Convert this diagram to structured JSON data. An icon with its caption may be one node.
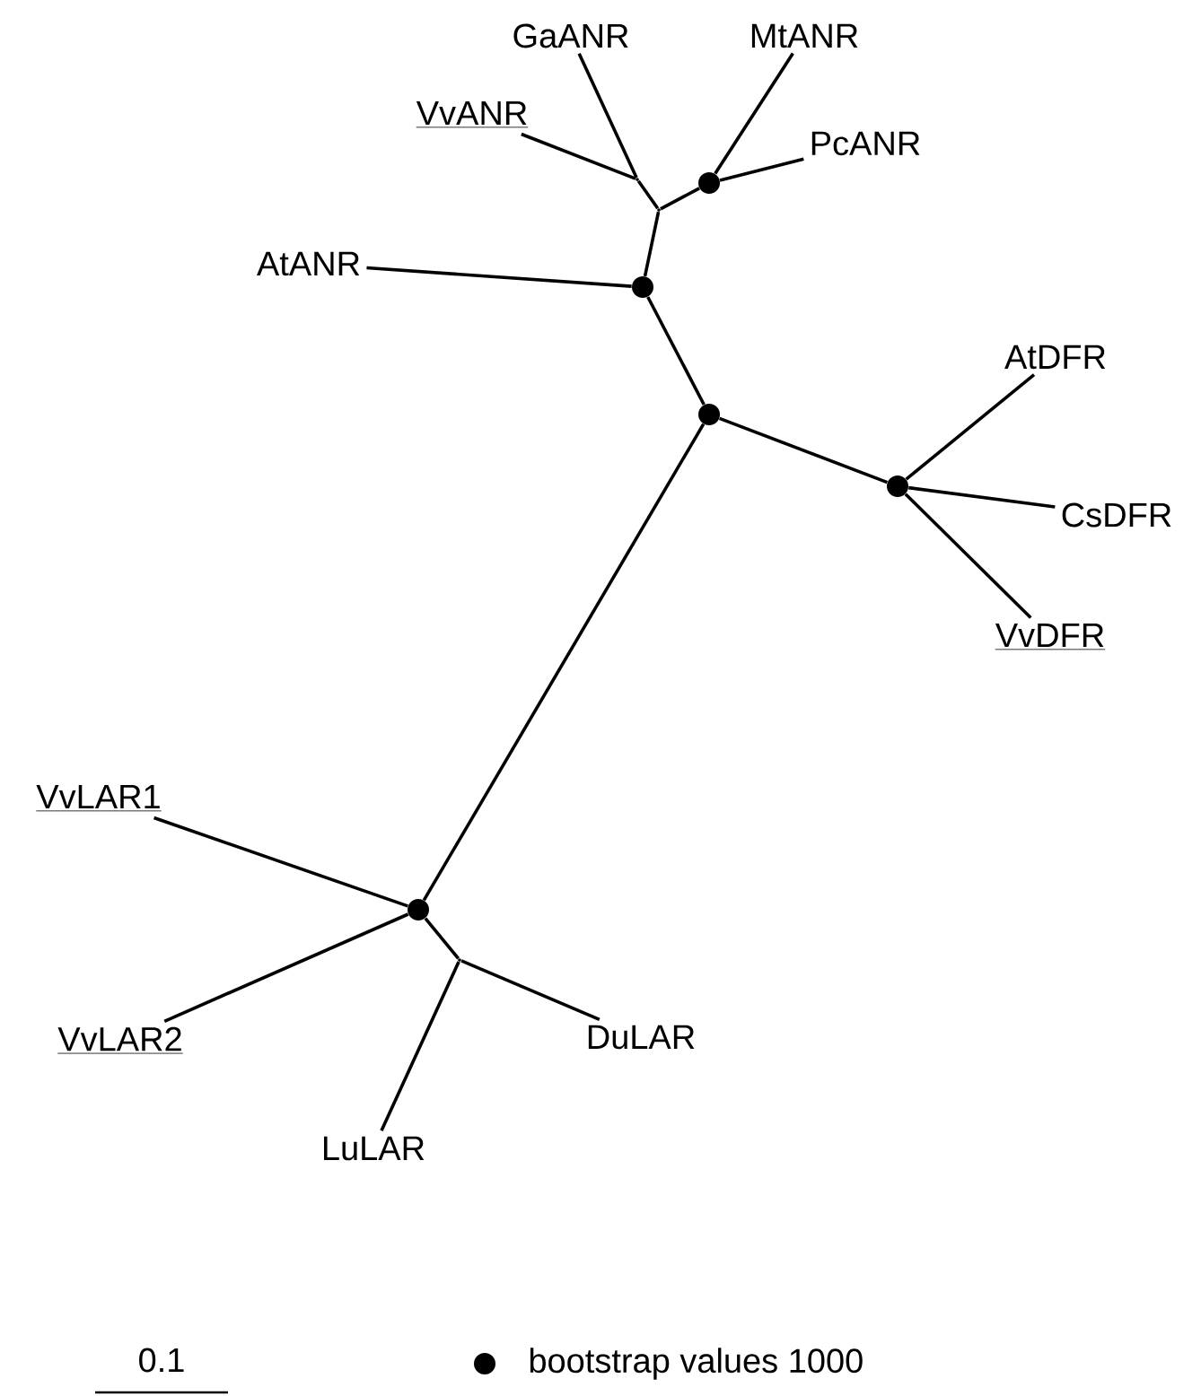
{
  "diagram": {
    "nodes": [
      {
        "text": [
          "GaANR"
        ]
      },
      {
        "text": [
          "MtANR"
        ]
      },
      {
        "text": [
          "VvANR"
        ]
      },
      {
        "text": [
          "PcANR"
        ]
      },
      {
        "text": [],
        "shape": "point"
      },
      {
        "text": [],
        "shape": "circle"
      },
      {
        "text": [],
        "shape": "point"
      },
      {
        "text": [
          "AtANR"
        ]
      },
      {
        "text": [],
        "shape": "circle"
      },
      {
        "text": [
          "AtDFR"
        ]
      },
      {
        "text": [],
        "shape": "circle"
      },
      {
        "text": [],
        "shape": "circle"
      },
      {
        "text": [
          "CsDFR"
        ]
      },
      {
        "text": [
          "VvDFR"
        ]
      },
      {
        "text": [
          "VvLAR1"
        ]
      },
      {
        "text": [],
        "shape": "circle"
      },
      {
        "text": [],
        "shape": "point"
      },
      {
        "text": [
          "DuLAR"
        ]
      },
      {
        "text": [
          "VvLAR2"
        ]
      },
      {
        "text": [
          "LuLAR"
        ]
      }
    ],
    "edges": [
      {
        "from": 0,
        "to": 4,
        "arrow": "none"
      },
      {
        "from": 2,
        "to": 4,
        "arrow": "none"
      },
      {
        "from": 4,
        "to": 6,
        "arrow": "none"
      },
      {
        "from": 1,
        "to": 5,
        "arrow": "none"
      },
      {
        "from": 3,
        "to": 5,
        "arrow": "none"
      },
      {
        "from": 6,
        "to": 5,
        "arrow": "none"
      },
      {
        "from": 6,
        "to": 8,
        "arrow": "none"
      },
      {
        "from": 7,
        "to": 8,
        "arrow": "none"
      },
      {
        "from": 8,
        "to": 10,
        "arrow": "none"
      },
      {
        "from": 10,
        "to": 11,
        "arrow": "none"
      },
      {
        "from": 11,
        "to": 9,
        "arrow": "none"
      },
      {
        "from": 11,
        "to": 12,
        "arrow": "none"
      },
      {
        "from": 11,
        "to": 13,
        "arrow": "none"
      },
      {
        "from": 10,
        "to": 15,
        "arrow": "none"
      },
      {
        "from": 14,
        "to": 15,
        "arrow": "none"
      },
      {
        "from": 18,
        "to": 15,
        "arrow": "none"
      },
      {
        "from": 15,
        "to": 16,
        "arrow": "none"
      },
      {
        "from": 16,
        "to": 19,
        "arrow": "none"
      },
      {
        "from": 16,
        "to": 17,
        "arrow": "none"
      }
    ],
    "labels": [
      "0.1"
    ],
    "legend": [
      {
        "text": "bootstrap values 1000"
      }
    ]
  }
}
